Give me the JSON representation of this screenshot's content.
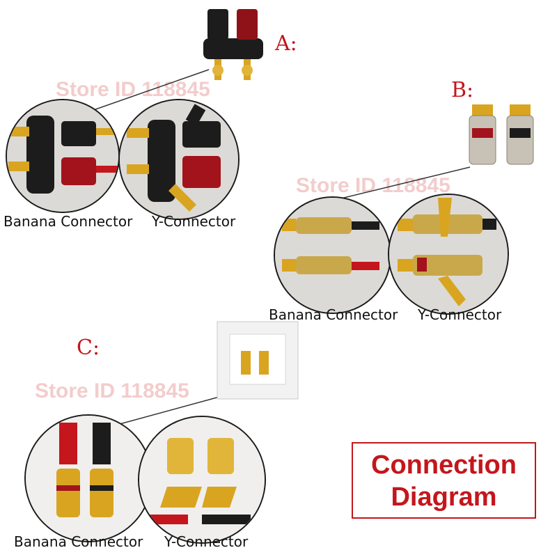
{
  "watermark": "Store ID 118845",
  "sections": {
    "a": {
      "label": "A:",
      "left_caption": "Banana Connector",
      "right_caption": "Y-Connector"
    },
    "b": {
      "label": "B:",
      "left_caption": "Banana Connector",
      "right_caption": "Y-Connector"
    },
    "c": {
      "label": "C:",
      "left_caption": "Banana Connector",
      "right_caption": "Y-Connector"
    }
  },
  "diagram_box": {
    "line1": "Connection",
    "line2": "Diagram"
  },
  "colors": {
    "accent": "#c4161c",
    "gold": "#d9a520",
    "red_post": "#a3131c",
    "black_post": "#1c1c1c"
  }
}
